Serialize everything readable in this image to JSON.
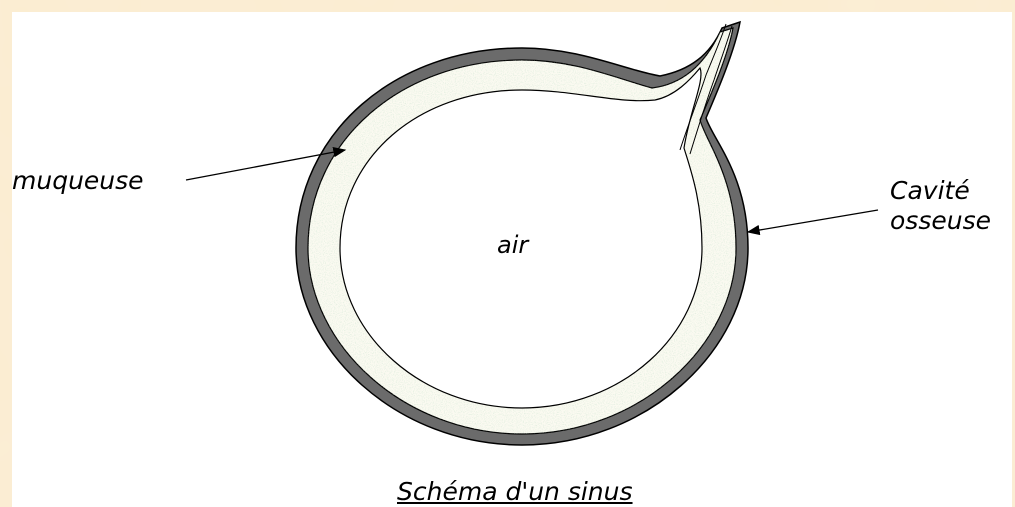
{
  "colors": {
    "parchment_light": "#fbecd0",
    "parchment_dark": "#f3d9a8",
    "bone_wall": "#6b6b6b",
    "mucosa_fill": "#fbfaf1",
    "mucosa_speckle": "#b9d6bd",
    "outline": "#000000"
  },
  "labels": {
    "mucosa": "muqueuse",
    "bony_cavity_line1": "Cavité",
    "bony_cavity_line2": "osseuse",
    "air": "air"
  },
  "caption": "Schéma d'un sinus"
}
